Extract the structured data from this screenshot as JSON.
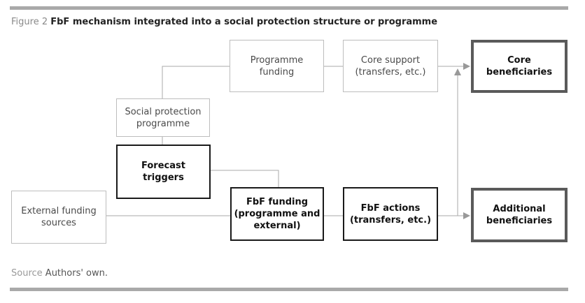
{
  "figure": {
    "label": "Figure 2",
    "title": "FbF mechanism integrated into a social protection structure or programme"
  },
  "source": {
    "label": "Source",
    "text": "Authors' own."
  },
  "nodes": {
    "programme_funding": "Programme\nfunding",
    "core_support": "Core support\n(transfers, etc.)",
    "core_beneficiaries": "Core\nbeneficiaries",
    "social_protection": "Social protection\nprogramme",
    "forecast_triggers": "Forecast\ntriggers",
    "external_funding": "External funding\nsources",
    "fbf_funding": "FbF funding\n(programme and\nexternal)",
    "fbf_actions": "FbF actions\n(transfers, etc.)",
    "additional_beneficiaries": "Additional\nbeneficiaries"
  },
  "colors": {
    "rule": "#a9a9a9",
    "connector": "#aaaaaa",
    "arrowhead": "#999999",
    "dark_border": "#1a1a1a",
    "thick_border": "#5a5a5a"
  }
}
